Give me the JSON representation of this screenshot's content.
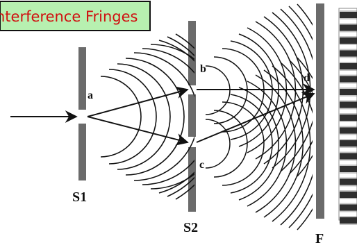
{
  "title": "nterference Fringes",
  "labels": {
    "s1": "S1",
    "s2": "S2",
    "screen": "F",
    "point_a": "a",
    "point_b": "b",
    "point_c": "c",
    "point_d": "d"
  },
  "colors": {
    "title_bg": "#b7f0b0",
    "title_text": "#d01010",
    "barrier": "#6b6b6b",
    "ink": "#111111"
  }
}
